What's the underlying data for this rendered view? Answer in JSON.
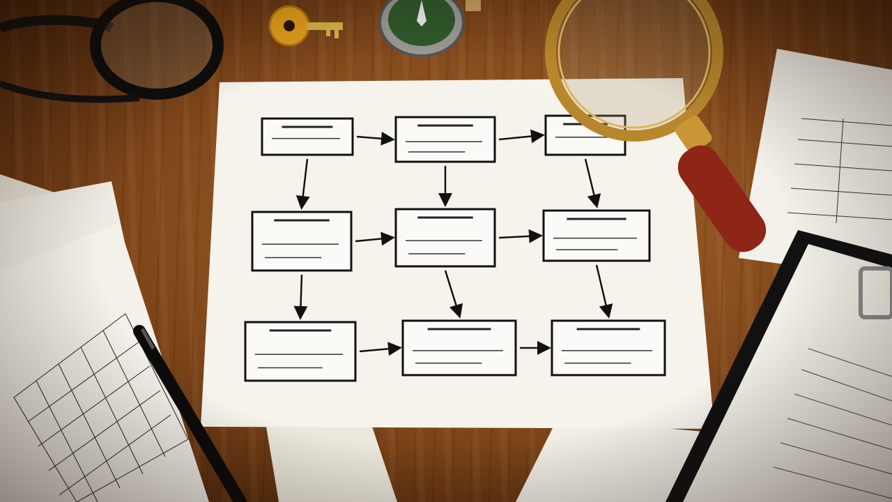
{
  "scene": {
    "desk_color": "#7c4419",
    "paper_color": "#f6f3ec",
    "ink_color": "#111111",
    "objects": [
      "key-icon",
      "compass-icon",
      "magnifying-glass-icon",
      "pen-icon",
      "clipboard-icon",
      "eyeglasses-icon"
    ]
  },
  "flowchart": {
    "rows": 3,
    "columns": 3,
    "box_count": 9,
    "connections": [
      {
        "from": 1,
        "to": 2
      },
      {
        "from": 2,
        "to": 3
      },
      {
        "from": 1,
        "to": 4
      },
      {
        "from": 2,
        "to": 5
      },
      {
        "from": 3,
        "to": 6
      },
      {
        "from": 4,
        "to": 5
      },
      {
        "from": 5,
        "to": 6
      },
      {
        "from": 4,
        "to": 7
      },
      {
        "from": 5,
        "to": 8
      },
      {
        "from": 6,
        "to": 9
      },
      {
        "from": 7,
        "to": 8
      },
      {
        "from": 8,
        "to": 9
      }
    ]
  }
}
